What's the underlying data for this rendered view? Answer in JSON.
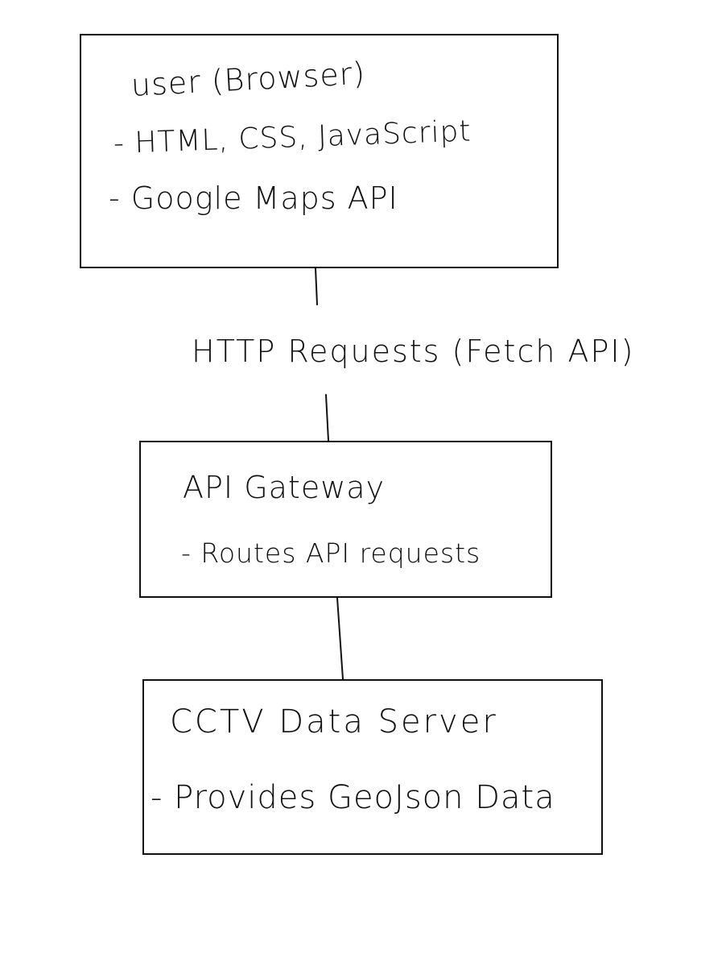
{
  "diagram": {
    "boxes": [
      {
        "id": "user",
        "title": "user (Browser)",
        "items": [
          "- HTML, CSS, JavaScript",
          "- Google Maps API"
        ]
      },
      {
        "id": "gateway",
        "title": "API Gateway",
        "items": [
          "- Routes API requests"
        ]
      },
      {
        "id": "server",
        "title": "CCTV Data Server",
        "items": [
          "- Provides GeoJson Data"
        ]
      }
    ],
    "connectors": [
      {
        "from": "user",
        "to": "gateway",
        "label": "HTTP Requests (Fetch API)"
      },
      {
        "from": "gateway",
        "to": "server",
        "label": ""
      }
    ]
  }
}
